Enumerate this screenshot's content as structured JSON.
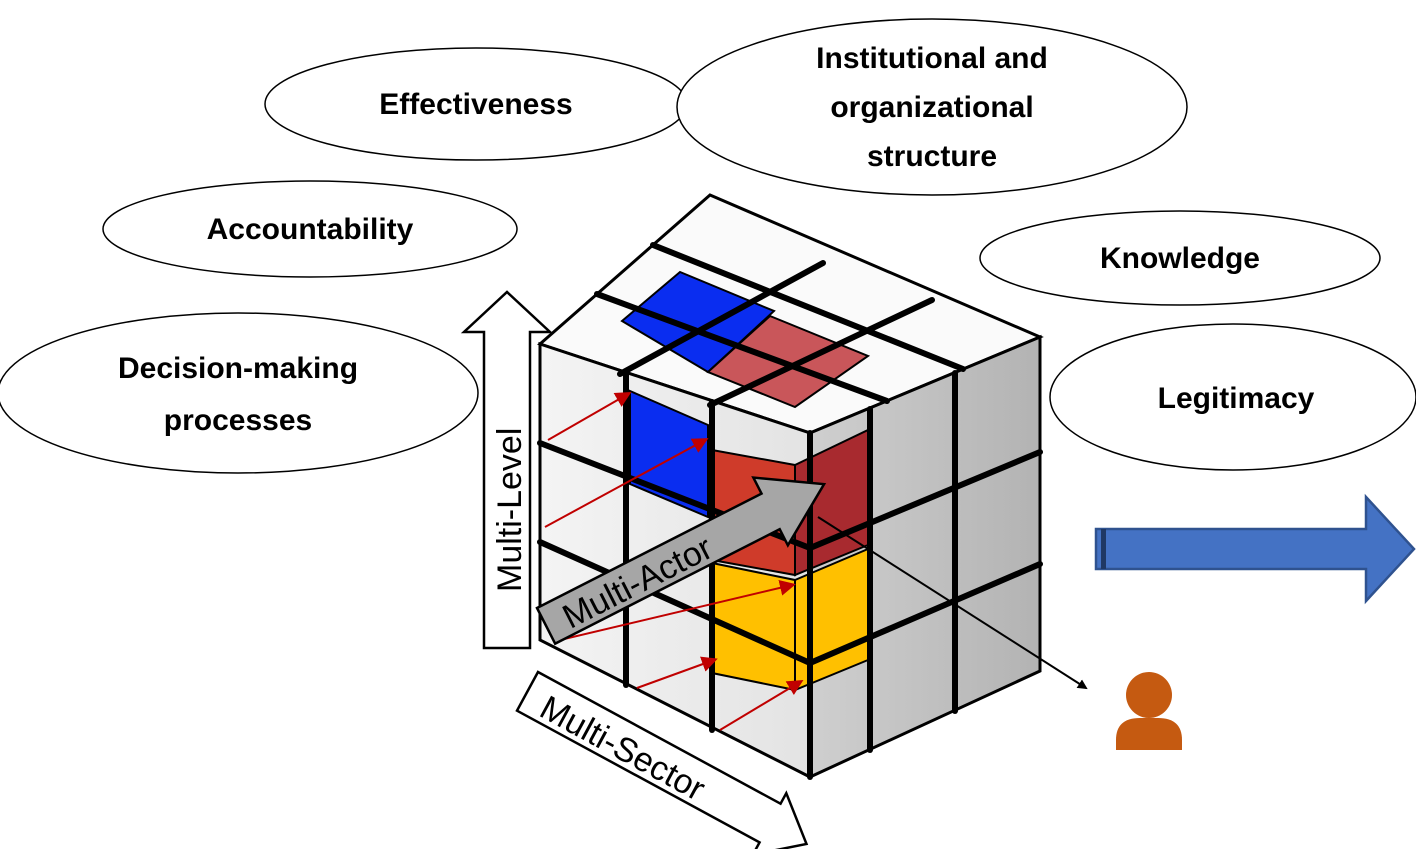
{
  "concepts": {
    "effectiveness": "Effectiveness",
    "institutional": [
      "Institutional and",
      "organizational",
      "structure"
    ],
    "accountability": "Accountability",
    "knowledge": "Knowledge",
    "decision_making": [
      "Decision-making",
      "processes"
    ],
    "legitimacy": "Legitimacy"
  },
  "axes": {
    "multi_level": "Multi-Level",
    "multi_actor": "Multi-Actor",
    "multi_sector": "Multi-Sector"
  },
  "colors": {
    "blue_cell": "#0a2df0",
    "red_cell": "#c64a4a",
    "yellow_cell": "#ffc000",
    "flow_arrow": "#4472c4",
    "person": "#c55a11",
    "red_arrows": "#c00000"
  }
}
